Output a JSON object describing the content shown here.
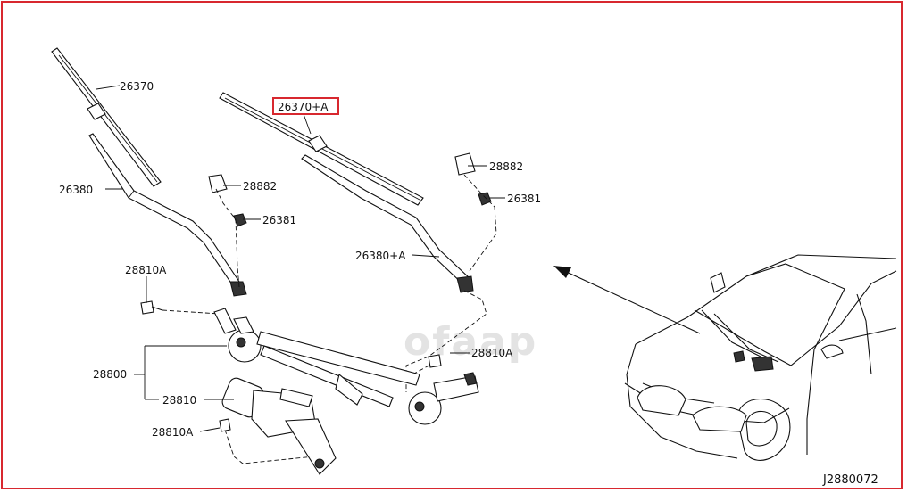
{
  "watermark": "ofaap",
  "diagram_id": "J2880072",
  "highlight_color": "#d8282f",
  "labels": {
    "blade_left": "26370",
    "blade_right": "26370+A",
    "arm_left": "26380",
    "arm_right": "26380+A",
    "cap_left": "28882",
    "cap_right": "28882",
    "nut_left": "26381",
    "nut_right": "26381",
    "bolt_left": "28810A",
    "bolt_right": "28810A",
    "bolt_motor": "28810A",
    "linkage": "28800",
    "motor": "28810"
  }
}
